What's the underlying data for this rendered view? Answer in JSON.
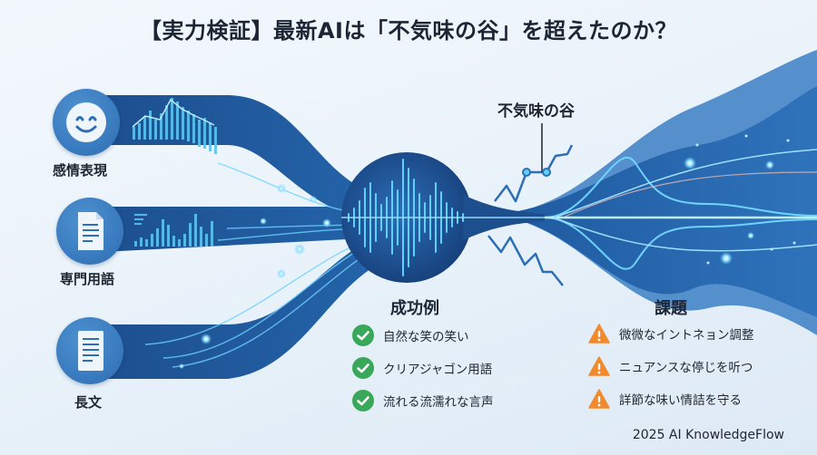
{
  "title": "【実力検証】最新AIは「不気味の谷」を超えたのか？",
  "inputs": [
    {
      "label": "感情表現",
      "icon": "smiley-face-icon"
    },
    {
      "label": "専門用語",
      "icon": "document-icon"
    },
    {
      "label": "長文",
      "icon": "long-document-icon"
    }
  ],
  "center": {
    "icon": "sound-wave-icon"
  },
  "valley_label": "不気味の谷",
  "success": {
    "title": "成功例",
    "icon": "check-circle-icon",
    "items": [
      "自然な笑の笑い",
      "クリアジャゴン用語",
      "流れる流濡れな言声"
    ]
  },
  "issues": {
    "title": "課題",
    "icon": "warning-triangle-icon",
    "items": [
      "微微なイントネョン調整",
      "ニュアンスな停じを听つ",
      "詳節な味い情詰を守る"
    ]
  },
  "footer": "2025 AI KnowledgeFlow",
  "colors": {
    "background": "#eaf3fa",
    "stream_dark": "#1d4f8f",
    "stream_mid": "#2c6cb3",
    "glow": "#5fd0ff",
    "success_green": "#3aa85a",
    "warning_orange": "#f08a2c",
    "text_dark": "#1e2530"
  }
}
